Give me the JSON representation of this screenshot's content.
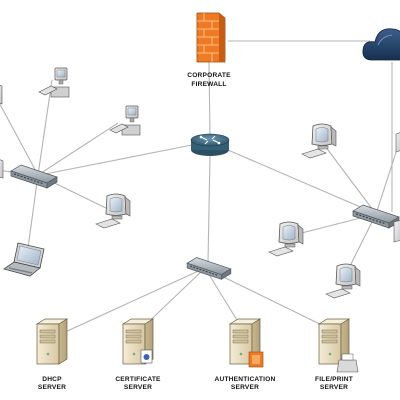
{
  "labels": {
    "firewall": [
      "CORPORATE",
      "FIREWALL"
    ],
    "dhcp": [
      "DHCP",
      "SERVER"
    ],
    "certificate": [
      "CERTIFICATE",
      "SERVER"
    ],
    "authentication": [
      "AUTHENTICATION",
      "SERVER"
    ],
    "fileprint": [
      "FILE/PRINT",
      "SERVER"
    ]
  },
  "icons": {
    "firewall": "firewall-icon",
    "cloud": "cloud-icon",
    "router": "router-icon",
    "switch": "switch-icon",
    "desktop": "desktop-computer-icon",
    "monitor": "crt-monitor-icon",
    "laptop": "laptop-icon",
    "server": "server-tower-icon"
  },
  "colors": {
    "link_line": "#b4b4b4",
    "firewall_brick": "#ef7a22",
    "cloud": "#1e3d66",
    "router": "#3d6a82",
    "switch": "#9ea6ae",
    "server_body": "#e7dbbf",
    "text": "#111111"
  }
}
